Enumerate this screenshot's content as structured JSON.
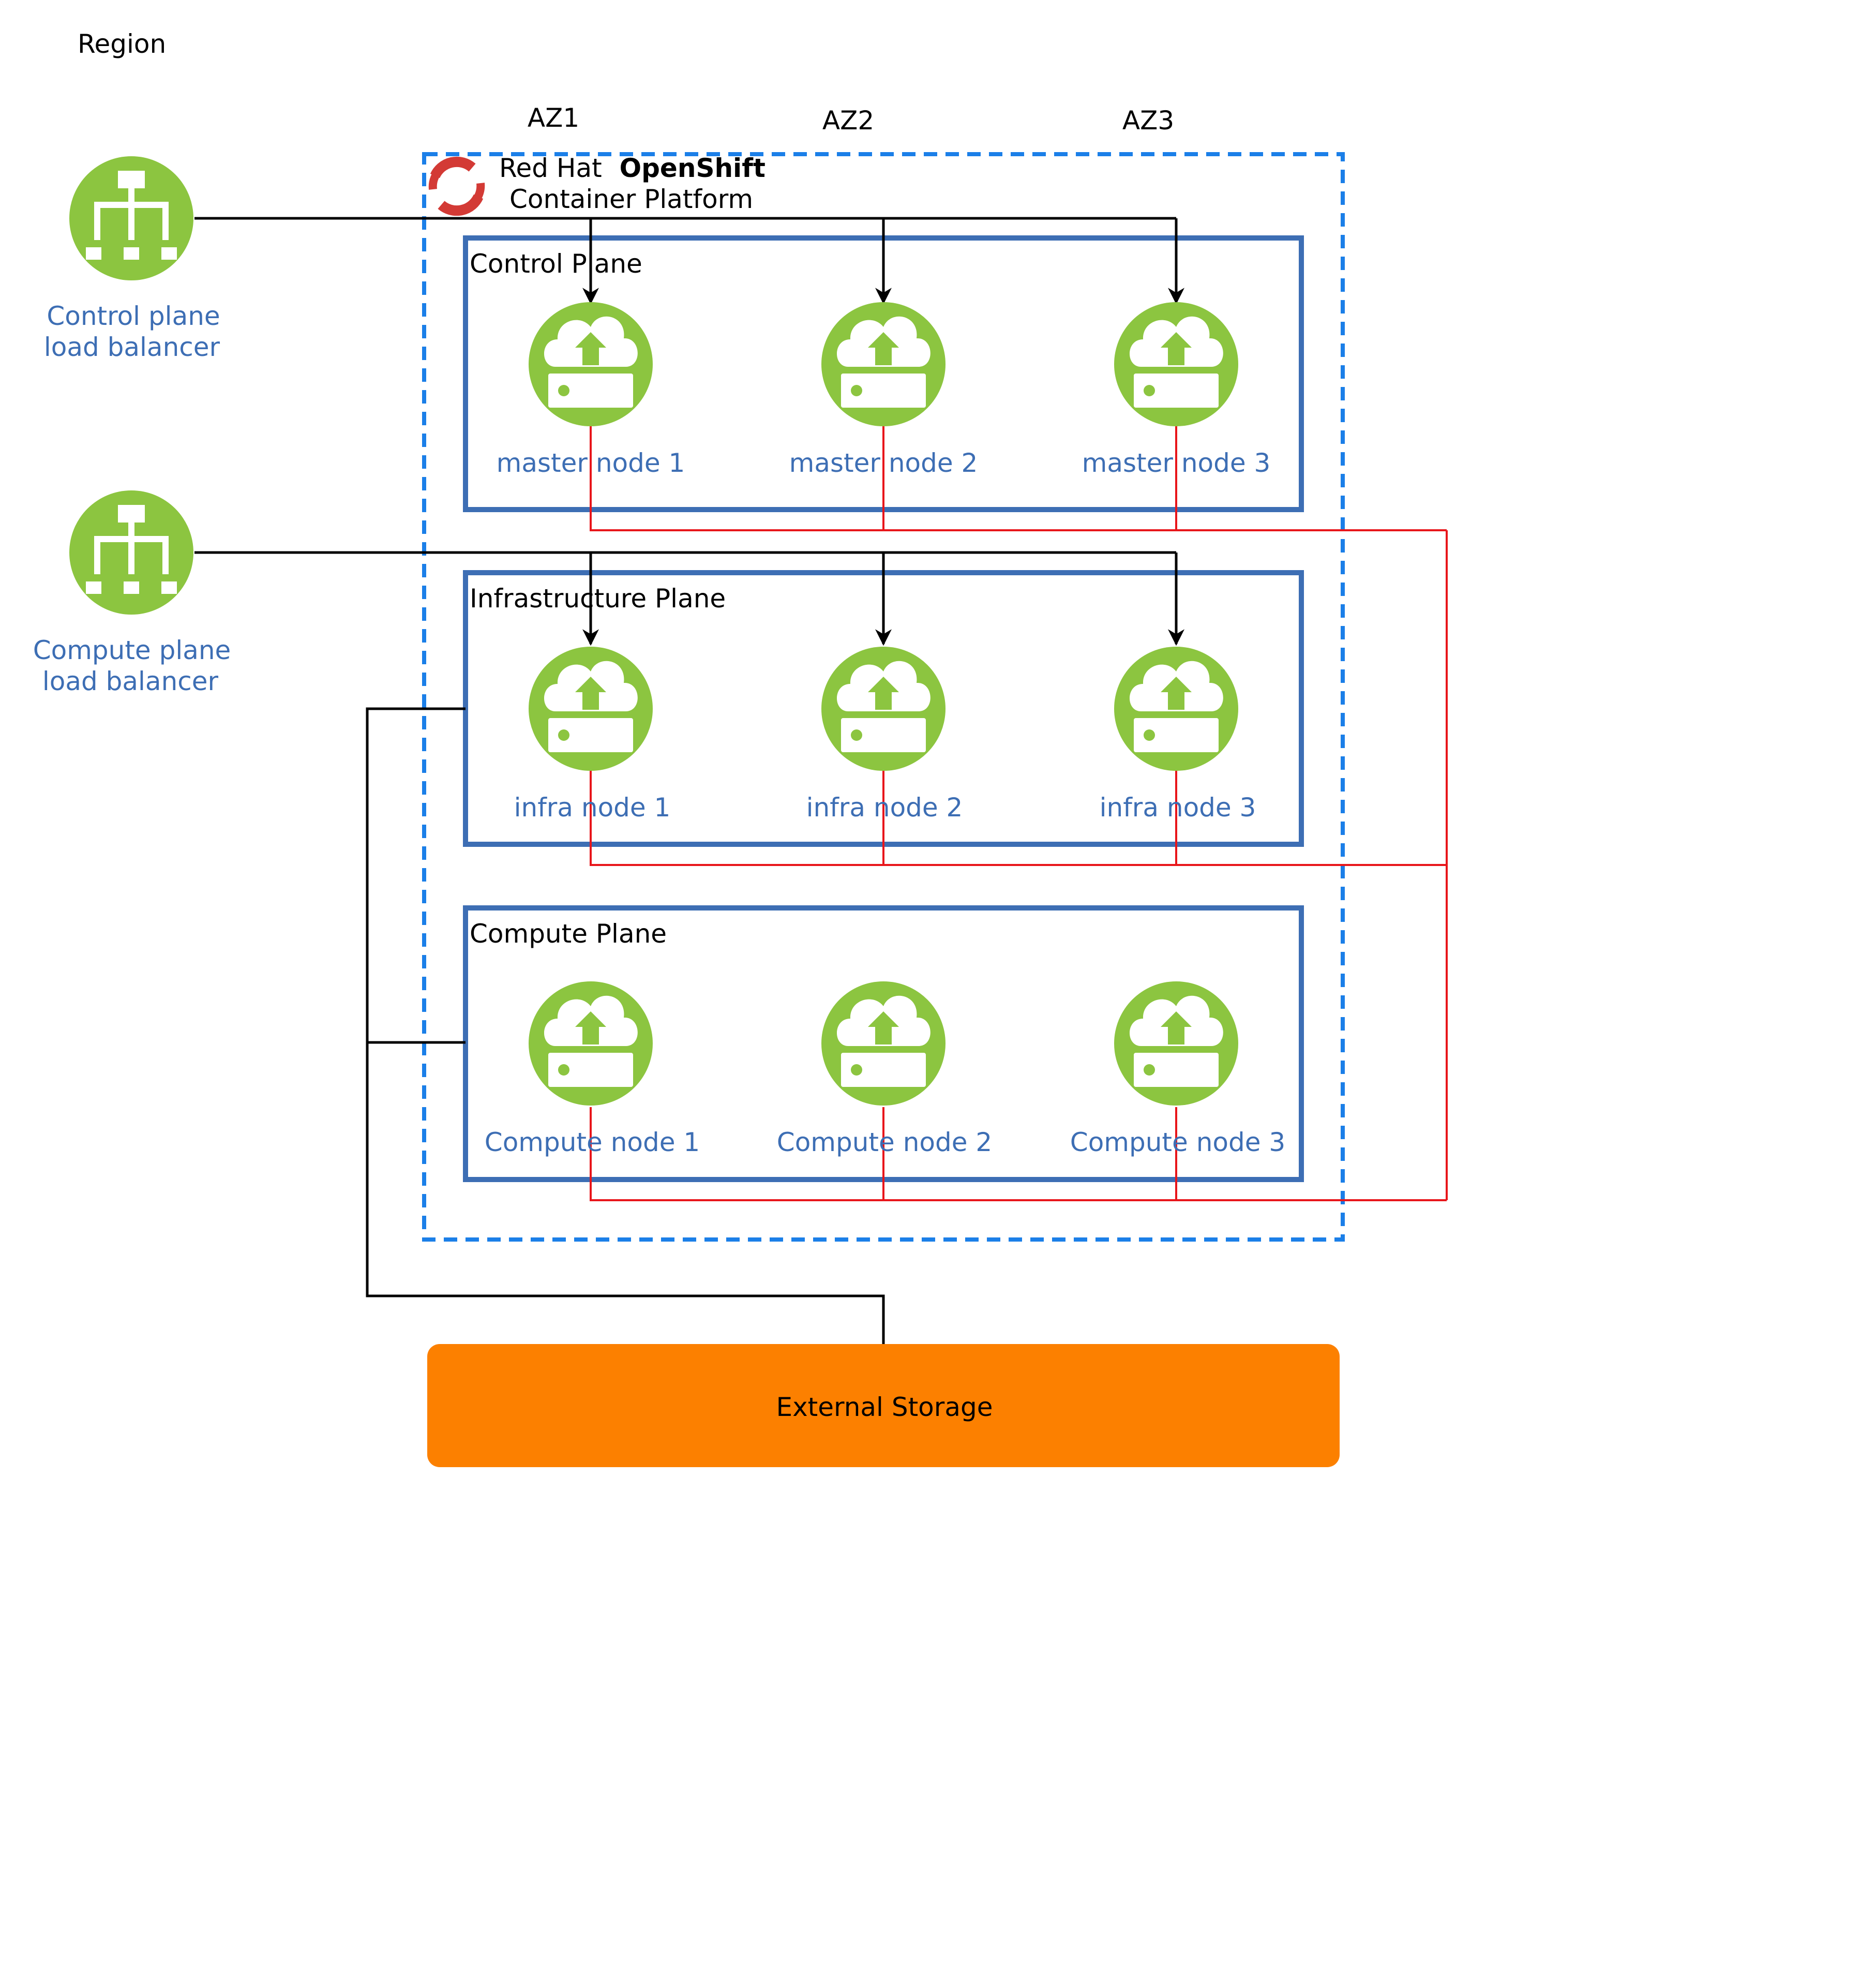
{
  "region_label": "Region",
  "az_labels": [
    "AZ1",
    "AZ2",
    "AZ3"
  ],
  "platform": {
    "brand_line1_regular": "Red Hat",
    "brand_line1_bold": "OpenShift",
    "brand_line2": "Container Platform",
    "logo_icon": "openshift-logo-icon"
  },
  "load_balancers": {
    "control": {
      "line1": "Control plane",
      "line2": "load balancer",
      "icon": "load-balancer-icon"
    },
    "compute": {
      "line1": "Compute plane",
      "line2": "load balancer",
      "icon": "load-balancer-icon"
    }
  },
  "planes": {
    "control": {
      "title": "Control Plane",
      "nodes": [
        "master node 1",
        "master node 2",
        "master node 3"
      ]
    },
    "infra": {
      "title": "Infrastructure Plane",
      "nodes": [
        "infra node 1",
        "infra node 2",
        "infra node 3"
      ]
    },
    "compute": {
      "title": "Compute Plane",
      "nodes": [
        "Compute node 1",
        "Compute node 2",
        "Compute node 3"
      ]
    }
  },
  "node_icon": "cloud-server-icon",
  "storage": {
    "label": "External Storage"
  },
  "colors": {
    "icon_green": "#8cc540",
    "plane_border": "#3d6eb4",
    "platform_dash": "#1b7fe8",
    "label_blue": "#3d6eb4",
    "network_red": "#e8161b",
    "storage_orange": "#fc8000",
    "openshift_red": "#d33a35"
  }
}
